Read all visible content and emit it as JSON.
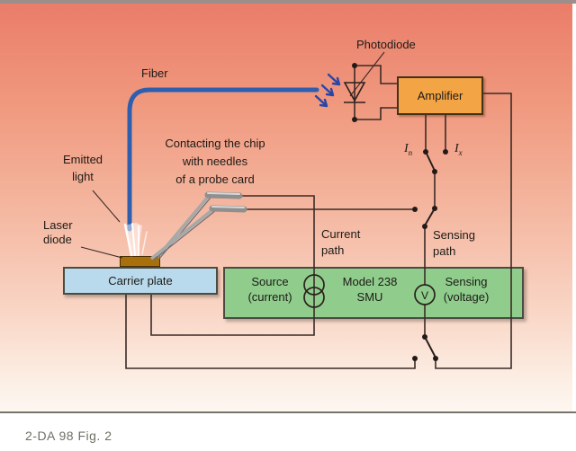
{
  "caption": "2-DA 98 Fig. 2",
  "diagram": {
    "fiber_label": "Fiber",
    "photodiode_label": "Photodiode",
    "amplifier_label": "Amplifier",
    "emitted_light_label": {
      "line1": "Emitted",
      "line2": "light"
    },
    "laser_diode_label": {
      "line1": "Laser",
      "line2": "diode"
    },
    "probe_label": {
      "line1": "Contacting the chip",
      "line2": "with needles",
      "line3": "of a probe card"
    },
    "current_path_label": {
      "line1": "Current",
      "line2": "path"
    },
    "sensing_path_label": {
      "line1": "Sensing",
      "line2": "path"
    },
    "carrier_plate_label": "Carrier plate",
    "current_terminals": {
      "left": {
        "base": "I",
        "sub": "n"
      },
      "right": {
        "base": "I",
        "sub": "x"
      }
    },
    "smu_box": {
      "source": {
        "line1": "Source",
        "line2": "(current)"
      },
      "model": {
        "line1": "Model 238",
        "line2": "SMU"
      },
      "sensing": {
        "line1": "Sensing",
        "line2": "(voltage)"
      },
      "voltmeter_symbol": "V"
    },
    "colors": {
      "background_top": "#ea7d6a",
      "background_bottom": "#fdf7f1",
      "amplifier_fill": "#f3a445",
      "smu_box_fill": "#90cd8d",
      "carrier_plate_fill": "#b9d9ec",
      "laser_chip_fill": "#a8700a",
      "fiber_blue": "#2e5fae",
      "light_arrow_blue": "#2846a8",
      "wire": "#3a2b26",
      "caption_gray": "#6f6f67"
    }
  }
}
